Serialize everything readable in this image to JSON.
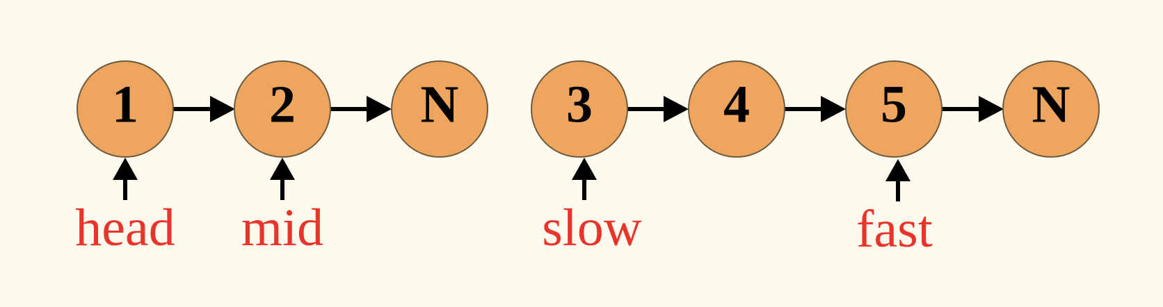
{
  "diagram": {
    "background": "#fefaed",
    "node_fill": "#eea65f",
    "pointer_color": "#e8342b",
    "lists": [
      {
        "nodes": [
          "1",
          "2",
          "N"
        ]
      },
      {
        "nodes": [
          "3",
          "4",
          "5",
          "N"
        ]
      }
    ],
    "pointers": [
      {
        "label": "head",
        "target": "1"
      },
      {
        "label": "mid",
        "target": "2"
      },
      {
        "label": "slow",
        "target": "3"
      },
      {
        "label": "fast",
        "target": "5"
      }
    ]
  }
}
